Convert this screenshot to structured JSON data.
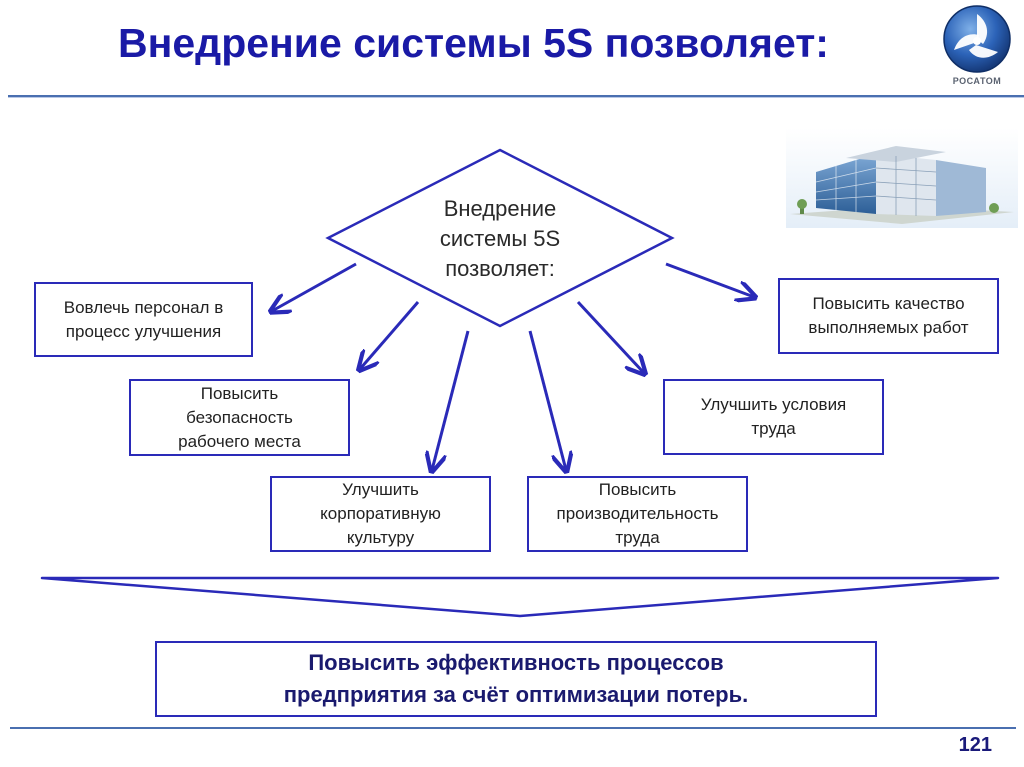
{
  "header": {
    "title": "Внедрение системы 5S позволяет:",
    "logo_label": "РОСАТОМ"
  },
  "diagram": {
    "center": "Внедрение\nсистемы 5S\nпозволяет:",
    "goals": [
      "Вовлечь персонал в\nпроцесс улучшения",
      "Повысить\nбезопасность\nрабочего места",
      "Улучшить\nкорпоративную\nкультуру",
      "Повысить\nпроизводительность\nтруда",
      "Улучшить условия\nтруда",
      "Повысить качество\nвыполняемых работ"
    ],
    "result": "Повысить эффективность процессов\nпредприятия за счёт оптимизации потерь."
  },
  "footer": {
    "page_number": "121"
  },
  "colors": {
    "accent": "#2a2ab8",
    "title": "#1a1aa6"
  },
  "icons": [
    "rosatom-logo-icon",
    "building-image"
  ]
}
